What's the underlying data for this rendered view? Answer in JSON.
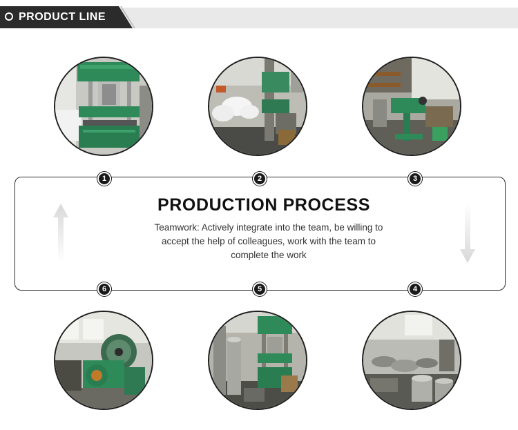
{
  "header": {
    "title": "PRODUCT LINE"
  },
  "process": {
    "title": "PRODUCTION PROCESS",
    "description_lines": [
      "Teamwork: Actively integrate into the team, be willing to",
      "accept the help of colleagues, work with the team to",
      "complete the work"
    ]
  },
  "steps": [
    {
      "number": "1",
      "photo": "hydraulic-press-machine"
    },
    {
      "number": "2",
      "photo": "workshop-with-press-and-sacks"
    },
    {
      "number": "3",
      "photo": "drill-press-workstation"
    },
    {
      "number": "4",
      "photo": "workshop-with-metal-containers"
    },
    {
      "number": "5",
      "photo": "workshop-with-press-and-cylinders"
    },
    {
      "number": "6",
      "photo": "punch-press-machine"
    }
  ],
  "colors": {
    "header_dark": "#2b2b2b",
    "header_strip": "#e9e9e9",
    "machine_green": "#2f8a5a",
    "border": "#2e2e2e"
  },
  "icons": {
    "up_arrow": "arrow-up-icon",
    "down_arrow": "arrow-down-icon",
    "bullet": "circle-bullet-icon"
  }
}
